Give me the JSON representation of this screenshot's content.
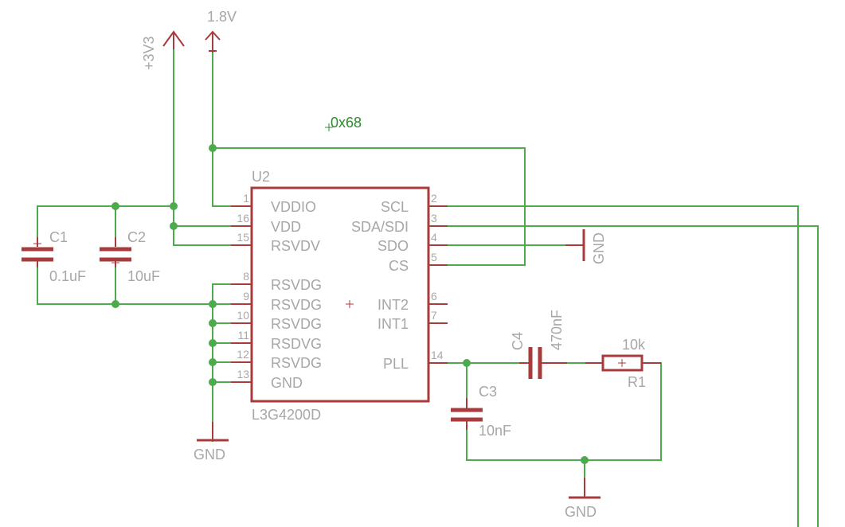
{
  "power": {
    "v33": "+3V3",
    "v18": "1.8V"
  },
  "address_label": "0x68",
  "ic": {
    "ref": "U2",
    "value": "L3G4200D",
    "left_pins": [
      {
        "num": "1",
        "name": "VDDIO"
      },
      {
        "num": "16",
        "name": "VDD"
      },
      {
        "num": "15",
        "name": "RSVDV"
      },
      {
        "num": "8",
        "name": "RSVDG"
      },
      {
        "num": "9",
        "name": "RSVDG"
      },
      {
        "num": "10",
        "name": "RSVDG"
      },
      {
        "num": "11",
        "name": "RSDVG"
      },
      {
        "num": "12",
        "name": "RSVDG"
      },
      {
        "num": "13",
        "name": "GND"
      }
    ],
    "right_pins": [
      {
        "num": "2",
        "name": "SCL"
      },
      {
        "num": "3",
        "name": "SDA/SDI"
      },
      {
        "num": "4",
        "name": "SDO"
      },
      {
        "num": "5",
        "name": "CS"
      },
      {
        "num": "6",
        "name": "INT2"
      },
      {
        "num": "7",
        "name": "INT1"
      },
      {
        "num": "14",
        "name": "PLL"
      }
    ]
  },
  "components": {
    "c1": {
      "ref": "C1",
      "value": "0.1uF"
    },
    "c2": {
      "ref": "C2",
      "value": "10uF"
    },
    "c3": {
      "ref": "C3",
      "value": "10nF"
    },
    "c4": {
      "ref": "C4",
      "value": "470nF"
    },
    "r1": {
      "ref": "R1",
      "value": "10k"
    }
  },
  "gnd_labels": {
    "main": "GND",
    "sdo": "GND",
    "pll": "GND"
  }
}
